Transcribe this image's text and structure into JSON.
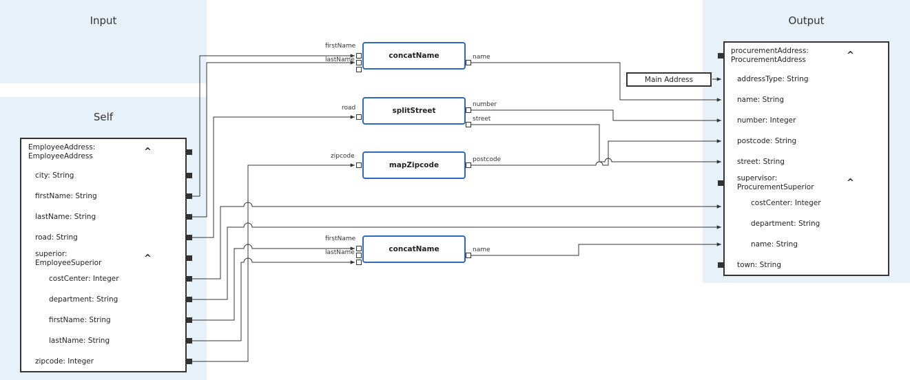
{
  "panels": {
    "input_title": "Input",
    "self_title": "Self",
    "output_title": "Output"
  },
  "self_fields": {
    "header_line1": "EmployeeAddress:",
    "header_line2": "EmployeeAddress",
    "city": "city: String",
    "firstName": "firstName: String",
    "lastName": "lastName: String",
    "road": "road: String",
    "superior_line1": "superior:",
    "superior_line2": "EmployeeSuperior",
    "costCenter": "costCenter: Integer",
    "department": "department: String",
    "sup_firstName": "firstName: String",
    "sup_lastName": "lastName: String",
    "zipcode": "zipcode: Integer"
  },
  "output_fields": {
    "header_line1": "procurementAddress:",
    "header_line2": "ProcurementAddress",
    "addressType": "addressType: String",
    "name": "name: String",
    "number": "number: Integer",
    "postcode": "postcode: String",
    "street": "street: String",
    "supervisor_line1": "supervisor:",
    "supervisor_line2": "ProcurementSuperior",
    "costCenter": "costCenter: Integer",
    "department": "department: String",
    "sup_name": "name: String",
    "town": "town: String"
  },
  "caret": "^",
  "functions": {
    "concat1": {
      "label": "concatName",
      "in1": "firstName",
      "in2": "lastName",
      "out": "name"
    },
    "split": {
      "label": "splitStreet",
      "in1": "road",
      "out1": "number",
      "out2": "street"
    },
    "mapzip": {
      "label": "mapZipcode",
      "in1": "zipcode",
      "out": "postcode"
    },
    "concat2": {
      "label": "concatName",
      "in1": "firstName",
      "in2": "lastName",
      "out": "name"
    }
  },
  "constant": {
    "label": "Main Address"
  },
  "colors": {
    "panel_bg": "#e6f1f9",
    "function_border": "#2f67c0",
    "wire": "#333333"
  }
}
